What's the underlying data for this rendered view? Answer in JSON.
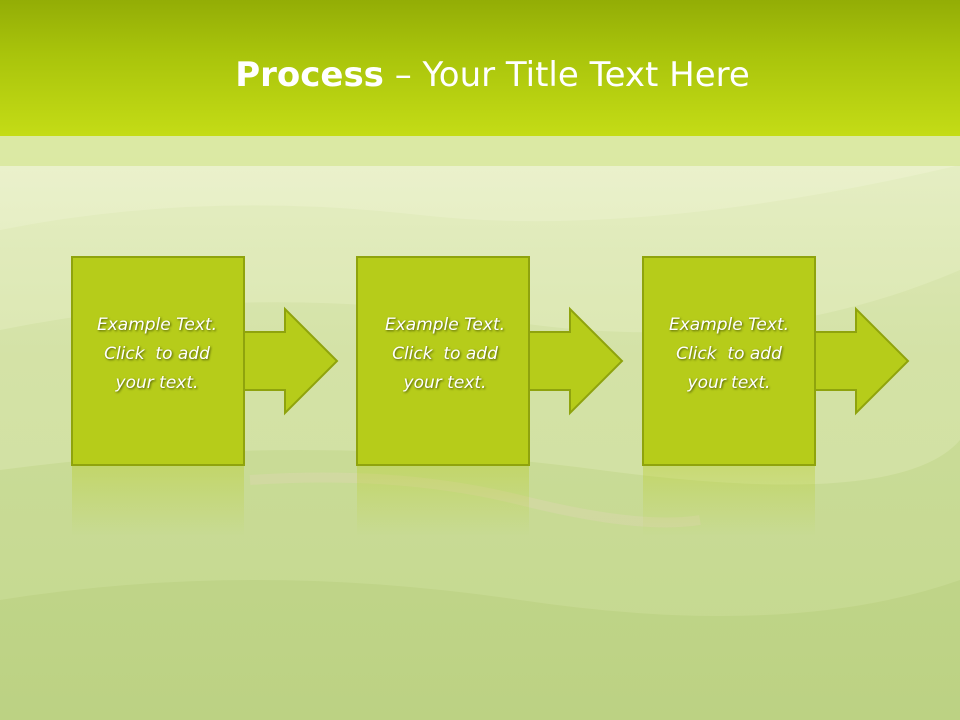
{
  "title": {
    "bold": "Process",
    "rest": " – Your Title Text Here"
  },
  "steps": [
    {
      "line1": "Example Text.",
      "line2": "Click  to add",
      "line3": "your text."
    },
    {
      "line1": "Example Text.",
      "line2": "Click  to add",
      "line3": "your text."
    },
    {
      "line1": "Example Text.",
      "line2": "Click  to add",
      "line3": "your text."
    }
  ],
  "colors": {
    "title_bar": "#a9c40b",
    "box_fill": "#b6cc1a",
    "box_border": "#8fa30d",
    "text": "#ffffff"
  }
}
